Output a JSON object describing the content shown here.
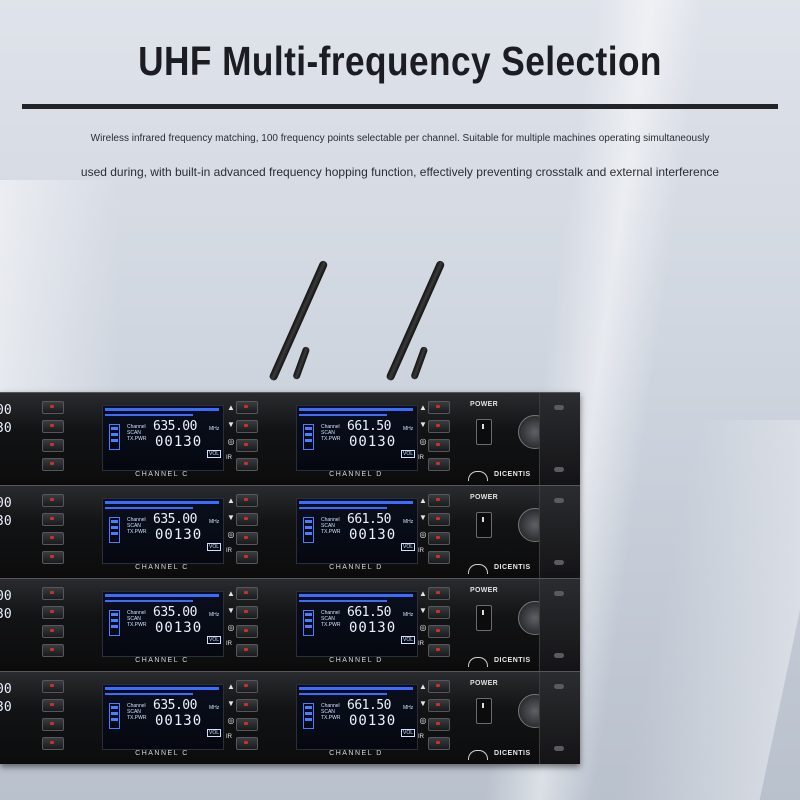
{
  "header": {
    "title": "UHF Multi-frequency Selection",
    "description_line1": "Wireless infrared frequency matching, 100 frequency points selectable per channel. Suitable for multiple machines operating simultaneously",
    "description_line2": "used during, with built-in advanced frequency hopping function, effectively preventing crosstalk and external interference"
  },
  "receiver": {
    "power_label": "POWER",
    "brand": "DICENTIS",
    "lcd": {
      "channel_label_lines": [
        "Channel",
        "SCAN",
        "TX.PWR"
      ],
      "mhz_unit": "MHz",
      "vol_label": "VOL"
    },
    "ir_label": "IR",
    "channels": [
      {
        "name": "CHANNEL C",
        "frequency": "635.00",
        "number": "00130"
      },
      {
        "name": "CHANNEL D",
        "frequency": "661.50",
        "number": "00130"
      }
    ]
  },
  "colors": {
    "lcd_accent": "#3b6cff",
    "background": "#cfd5df",
    "chassis": "#121314"
  }
}
